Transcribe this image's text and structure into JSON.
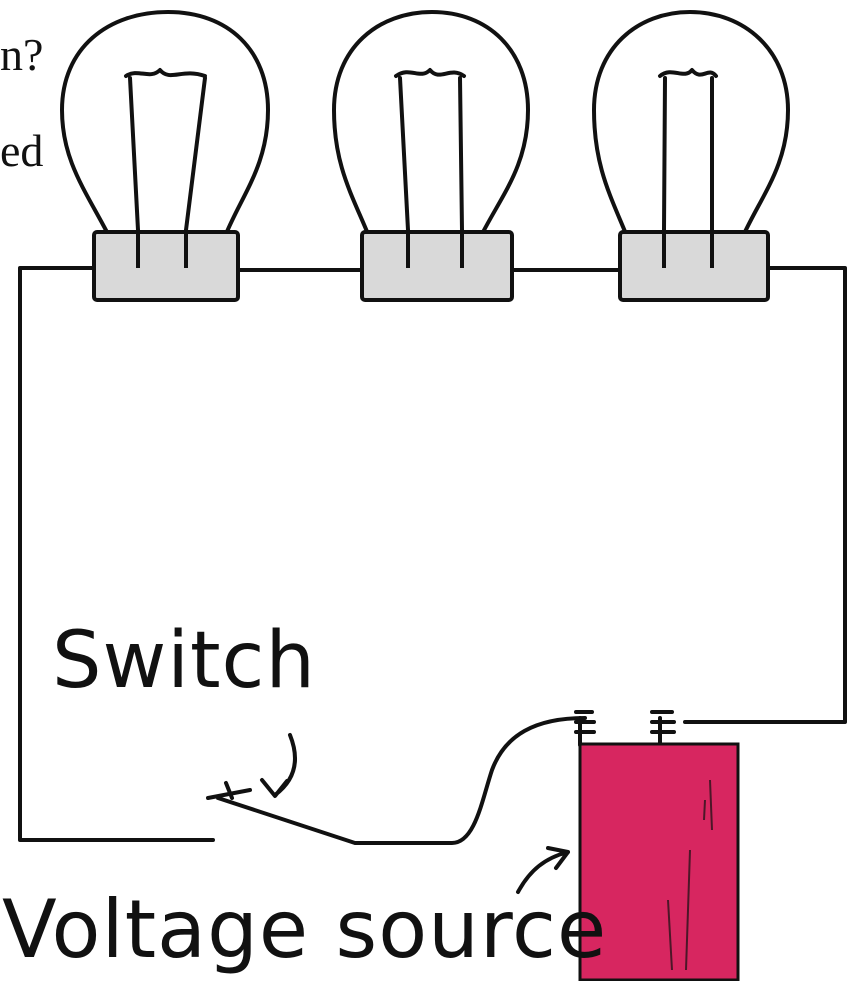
{
  "clipped_text": {
    "line1": "n?",
    "line2": "ed"
  },
  "labels": {
    "switch": "Switch",
    "voltage_source": "Voltage source"
  },
  "bulbs": [
    {
      "name": "bulb-1"
    },
    {
      "name": "bulb-2"
    },
    {
      "name": "bulb-3"
    }
  ],
  "colors": {
    "battery": "#d72660",
    "socket": "#d9d9d9",
    "line": "#111111"
  }
}
